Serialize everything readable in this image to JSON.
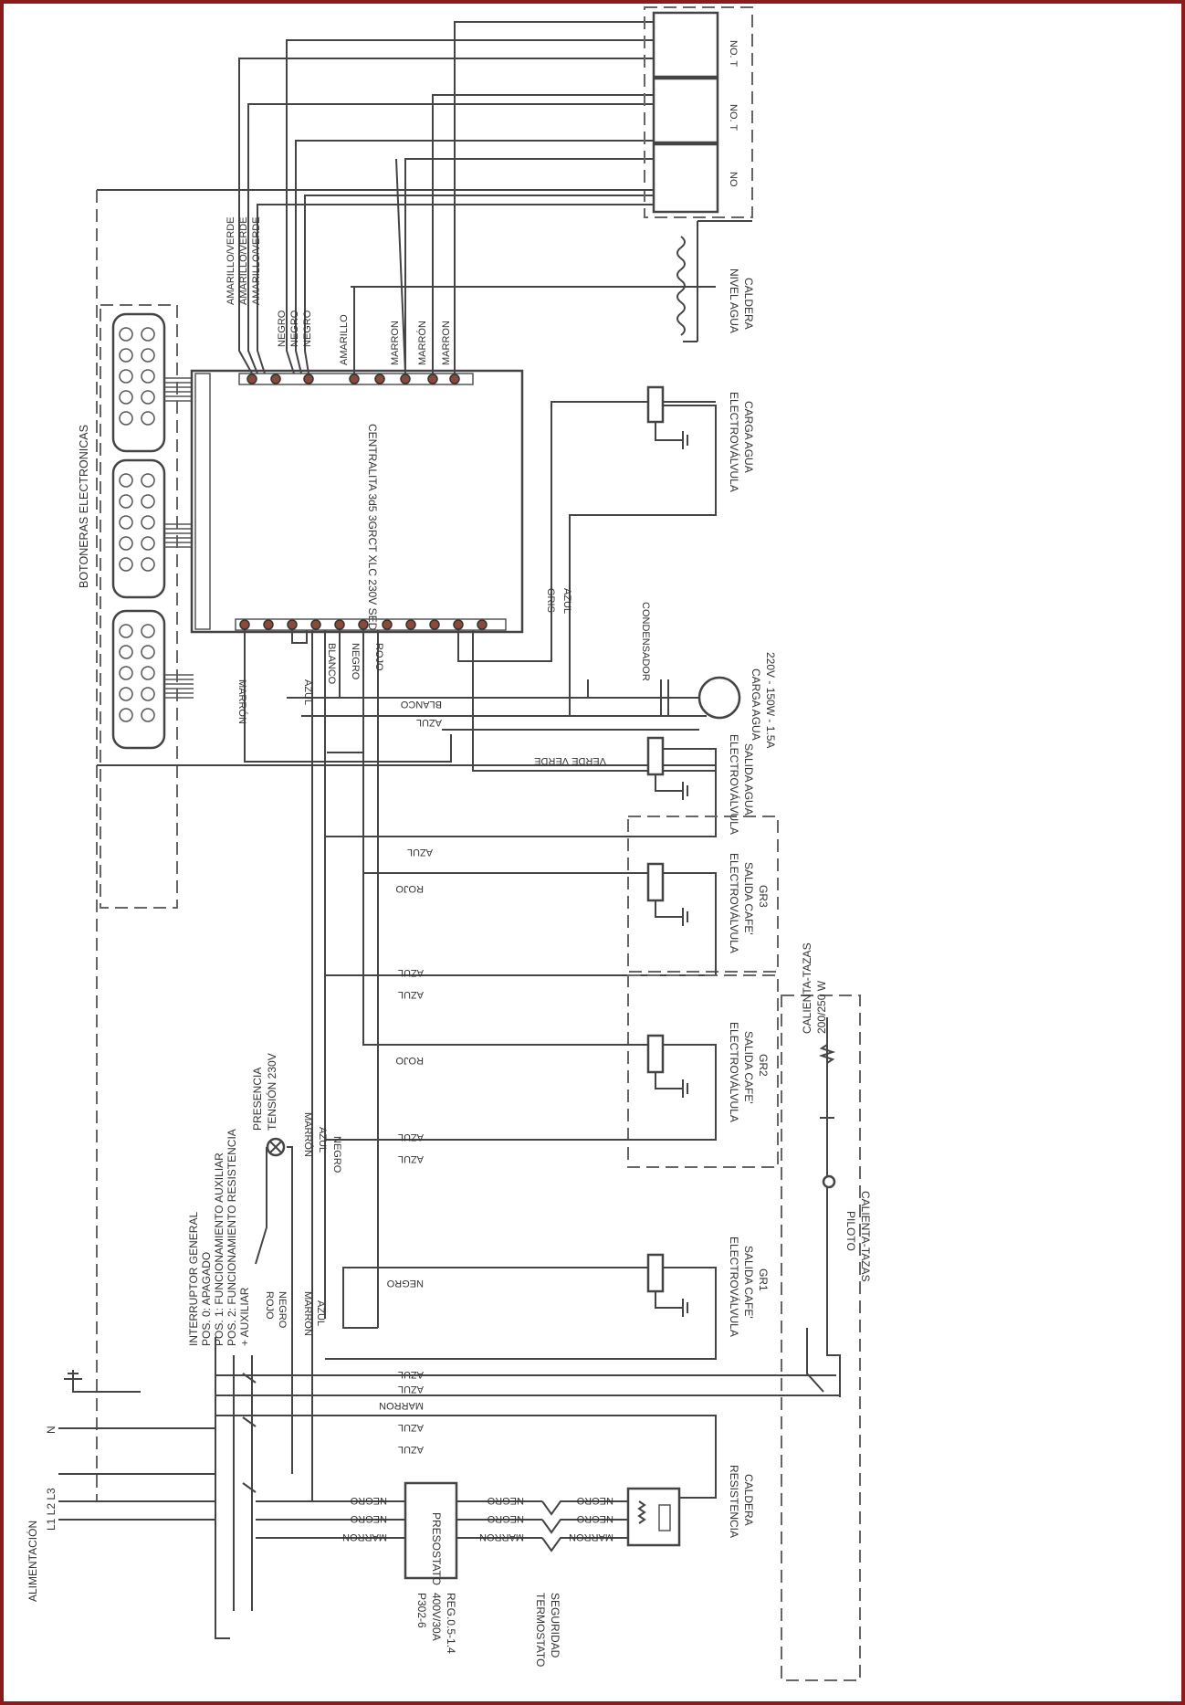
{
  "controller": {
    "label": "CENTRALITA 3d5 3GRCT XLC 230V SED"
  },
  "keypads": {
    "label": "BOTONERAS ELECTRONICAS"
  },
  "top_wires": [
    "AMARILLO/VERDE",
    "AMARILLO/VERDE",
    "AMARILLO/VERDE",
    "NEGRO",
    "NEGRO",
    "NEGRO",
    "AMARILLO",
    "MARRON",
    "MARRÓN",
    "MARRON"
  ],
  "bottom_wires": [
    "MARRÓN",
    "AZUL",
    "BLANCO",
    "NEGRO",
    "ROJO"
  ],
  "pump_wires": [
    "GRIS",
    "AZUL"
  ],
  "pump_side_wires": [
    "BLANCO",
    "AZUL"
  ],
  "pump": {
    "label": "CARGA AGUA",
    "spec": "220V - 150W - 1.5A",
    "capacitor": "CONDENSADOR"
  },
  "level_probe": {
    "line1": "NIVEL AGUA",
    "line2": "CALDERA"
  },
  "valves": {
    "carga": {
      "line1": "ELECTROVÁLVULA",
      "line2": "CARGA AGUA"
    },
    "salida_agua": {
      "line1": "ELECTROVÁLVULA",
      "line2": "SALIDA AGUA",
      "wire": "VERDE VERDE",
      "return": "AZUL"
    },
    "gr3": {
      "line1": "ELECTROVÁLVULA",
      "line2": "SALIDA CAFE'",
      "line3": "GR3",
      "wire": "ROJO",
      "return1": "AZUL",
      "return2": "AZUL"
    },
    "gr2": {
      "line1": "ELECTROVÁLVULA",
      "line2": "SALIDA CAFE'",
      "line3": "GR2",
      "wire": "ROJO",
      "return1": "AZUL",
      "return2": "AZUL"
    },
    "gr1": {
      "line1": "ELECTROVÁLVULA",
      "line2": "SALIDA CAFE'",
      "line3": "GR1",
      "wire": "NEGRO",
      "return1": "AZUL"
    }
  },
  "cup_warmer": {
    "line1": "CALIENTA-TAZAS",
    "line2": "200/250 W",
    "pilot1": "PILOTO",
    "pilot2": "CALIENTA-TAZAS"
  },
  "indicator": {
    "line1": "PRESENCIA",
    "line2": "TENSIÓN 230V"
  },
  "main_switch": {
    "title": "INTERRUPTOR GENERAL",
    "pos0": "POS. 0: APAGADO",
    "pos1": "POS. 1: FUNCIONAMIENTO AUXILIAR",
    "pos2": "POS. 2: FUNCIONAMIENTO RESISTENCIA",
    "pos2b": "+ AUXILIAR"
  },
  "switch_wires": [
    "ROJO",
    "NEGRO",
    "MARRON",
    "AZUL",
    "MARRÓN",
    "AZUL",
    "NEGRO"
  ],
  "bus_wires": [
    "AZUL",
    "MARRON",
    "AZUL",
    "AZUL"
  ],
  "supply": {
    "label": "ALIMENTACIÓN",
    "phases": "L1 L2 L3",
    "neutral": "N"
  },
  "pressostat": {
    "label": "PRESOSTATO",
    "m1": "P302-6",
    "m2": "400V/30A",
    "m3": "REG.0.5-1.4",
    "w_in": [
      "NEGRO",
      "NEGRO",
      "MARRON"
    ],
    "w_out": [
      "NEGRO",
      "NEGRO",
      "MARRON"
    ]
  },
  "thermostat": {
    "line1": "TERMOSTATO",
    "line2": "SEGURIDAD"
  },
  "heater": {
    "line1": "RESISTENCIA",
    "line2": "CALDERA",
    "w_in": [
      "NEGRO",
      "NEGRO",
      "MARRON"
    ]
  },
  "level_boxes": [
    "NO. T",
    "NO. T",
    "NO"
  ]
}
